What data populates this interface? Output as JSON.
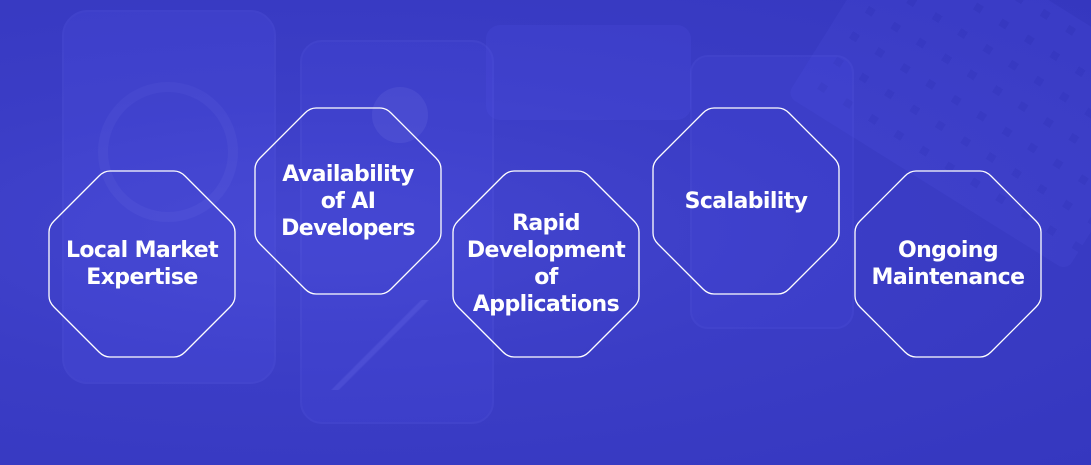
{
  "features": [
    {
      "label_lines": [
        "Local Market",
        "Expertise"
      ]
    },
    {
      "label_lines": [
        "Availability",
        "of AI",
        "Developers"
      ]
    },
    {
      "label_lines": [
        "Rapid",
        "Development",
        "of",
        "Applications"
      ]
    },
    {
      "label_lines": [
        "Scalability"
      ]
    },
    {
      "label_lines": [
        "Ongoing",
        "Maintenance"
      ]
    }
  ],
  "colors": {
    "background": "#3d3fc8",
    "outline": "#ffffff",
    "text": "#ffffff"
  }
}
